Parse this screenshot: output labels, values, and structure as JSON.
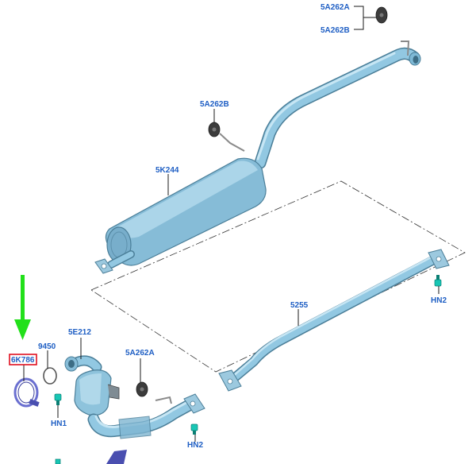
{
  "parts": {
    "tailpipe_hanger_upper_a": "5A262A",
    "tailpipe_hanger_upper_b": "5A262B",
    "hanger_mid": "5A262B",
    "muffler": "5K244",
    "intermediate_pipe": "5255",
    "fastener_right": "HN2",
    "gasket_9450": "9450",
    "catalyst": "5E212",
    "clamp_selected": "6K786",
    "hanger_front": "5A262A",
    "fastener_left": "HN1",
    "fastener_bottom": "HN2"
  },
  "colors": {
    "label": "#1f5fc4",
    "selection_box": "#e01020",
    "arrow": "#22e01a",
    "pipe": "#92c8e2"
  }
}
